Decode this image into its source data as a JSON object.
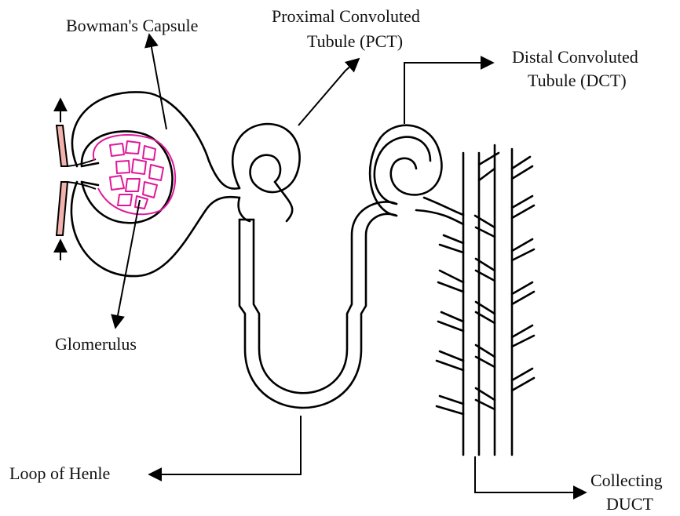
{
  "labels": {
    "bowmans_capsule": "Bowman's Capsule",
    "pct_line1": "Proximal Convoluted",
    "pct_line2": "Tubule (PCT)",
    "dct_line1": "Distal Convoluted",
    "dct_line2": "Tubule (DCT)",
    "glomerulus": "Glomerulus",
    "loop_of_henle": "Loop of Henle",
    "collecting_line1": "Collecting",
    "collecting_line2": "DUCT"
  },
  "colors": {
    "outline": "#000000",
    "glomerulus_capillaries": "#e0199a",
    "blood_vessels": "#f2b3ac"
  }
}
